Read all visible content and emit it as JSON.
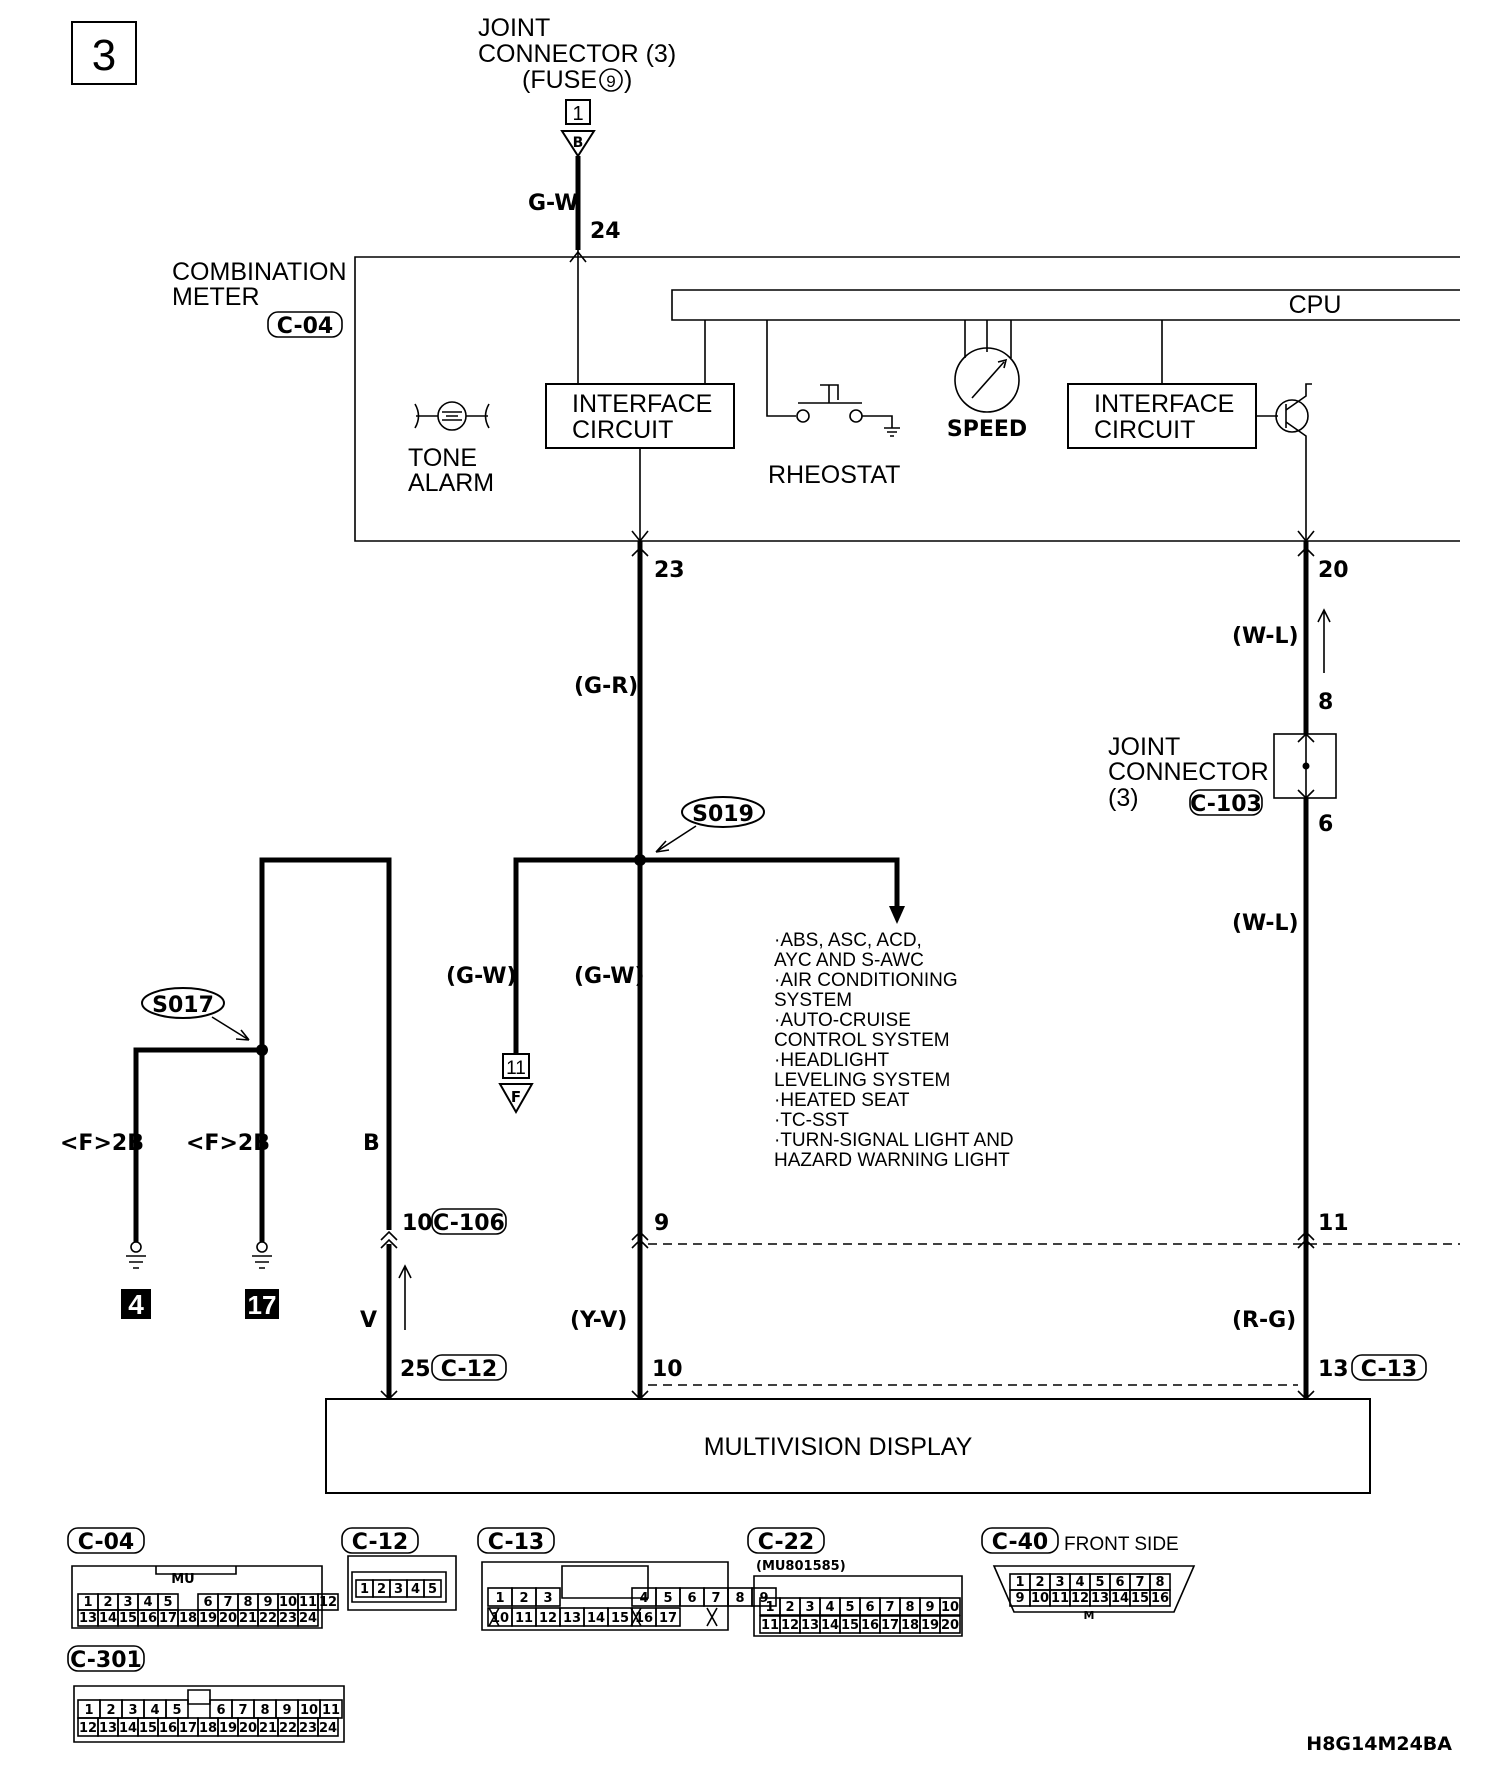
{
  "page_number": "3",
  "joint_connector_top": {
    "line1": "JOINT",
    "line2": "CONNECTOR (3)",
    "line3": "(FUSE",
    "line3_suffix": ")",
    "fuse_number": "9",
    "pin": "1",
    "terminal": "B",
    "wire": "G-W",
    "meter_pin": "24"
  },
  "combination_meter": {
    "line1": "COMBINATION",
    "line2": "METER",
    "connector": "C-04",
    "cpu": "CPU",
    "interface_left_1": "INTERFACE",
    "interface_left_2": "CIRCUIT",
    "interface_right_1": "INTERFACE",
    "interface_right_2": "CIRCUIT",
    "tone_1": "TONE",
    "tone_2": "ALARM",
    "rheostat": "RHEOSTAT",
    "speed": "SPEED"
  },
  "wires": {
    "pin23": "23",
    "g_r": "(G-R)",
    "pin20": "20",
    "w_l_top": "(W-L)",
    "pin8": "8",
    "pin6": "6",
    "w_l_bottom": "(W-L)",
    "s019": "S019",
    "s017": "S017",
    "g_w_left": "(G-W)",
    "g_w_center": "(G-W)",
    "ground_label_left": "<F>2B",
    "ground_label_right": "<F>2B",
    "b_label": "B",
    "pin10_c106": "10",
    "c106": "C-106",
    "pin9": "9",
    "pin11": "11",
    "v_label": "V",
    "y_v": "(Y-V)",
    "r_g": "(R-G)",
    "pin25": "25",
    "c12_top": "C-12",
    "pin10": "10",
    "pin13": "13",
    "c13_top": "C-13",
    "ground_4": "4",
    "ground_17": "17",
    "connector_11": "11",
    "connector_f": "F"
  },
  "joint_connector_right": {
    "line1": "JOINT",
    "line2": "CONNECTOR",
    "line3": "(3)",
    "connector": "C-103"
  },
  "systems_list": [
    "·ABS, ASC, ACD,",
    " AYC AND S-AWC",
    "·AIR CONDITIONING",
    " SYSTEM",
    "·AUTO-CRUISE",
    " CONTROL SYSTEM",
    "·HEADLIGHT",
    " LEVELING SYSTEM",
    "·HEATED SEAT",
    "·TC-SST",
    "·TURN-SIGNAL LIGHT AND",
    " HAZARD WARNING LIGHT"
  ],
  "multivision_display": "MULTIVISION DISPLAY",
  "connectors": {
    "c04": {
      "label": "C-04",
      "mark": "MU",
      "row1": [
        "1",
        "2",
        "3",
        "4",
        "5",
        "6",
        "7",
        "8",
        "9",
        "10",
        "11",
        "12"
      ],
      "row2": [
        "13",
        "14",
        "15",
        "16",
        "17",
        "18",
        "19",
        "20",
        "21",
        "22",
        "23",
        "24"
      ]
    },
    "c12": {
      "label": "C-12",
      "row1": [
        "1",
        "2",
        "3",
        "4",
        "5"
      ]
    },
    "c13": {
      "label": "C-13",
      "row1": [
        "1",
        "2",
        "3",
        "4",
        "5",
        "6",
        "7",
        "8",
        "9"
      ],
      "row2": [
        "10",
        "11",
        "12",
        "13",
        "14",
        "15",
        "16",
        "17"
      ]
    },
    "c22": {
      "label": "C-22",
      "part": "(MU801585)",
      "row1": [
        "1",
        "2",
        "3",
        "4",
        "5",
        "6",
        "7",
        "8",
        "9",
        "10"
      ],
      "row2": [
        "11",
        "12",
        "13",
        "14",
        "15",
        "16",
        "17",
        "18",
        "19",
        "20"
      ]
    },
    "c40": {
      "label": "C-40",
      "side": "FRONT SIDE",
      "mark": "M",
      "row1": [
        "1",
        "2",
        "3",
        "4",
        "5",
        "6",
        "7",
        "8"
      ],
      "row2": [
        "9",
        "10",
        "11",
        "12",
        "13",
        "14",
        "15",
        "16"
      ]
    },
    "c301": {
      "label": "C-301",
      "row1": [
        "1",
        "2",
        "3",
        "4",
        "5",
        "6",
        "7",
        "8",
        "9",
        "10",
        "11"
      ],
      "row2": [
        "12",
        "13",
        "14",
        "15",
        "16",
        "17",
        "18",
        "19",
        "20",
        "21",
        "22",
        "23",
        "24"
      ]
    }
  },
  "diagram_code": "H8G14M24BA"
}
